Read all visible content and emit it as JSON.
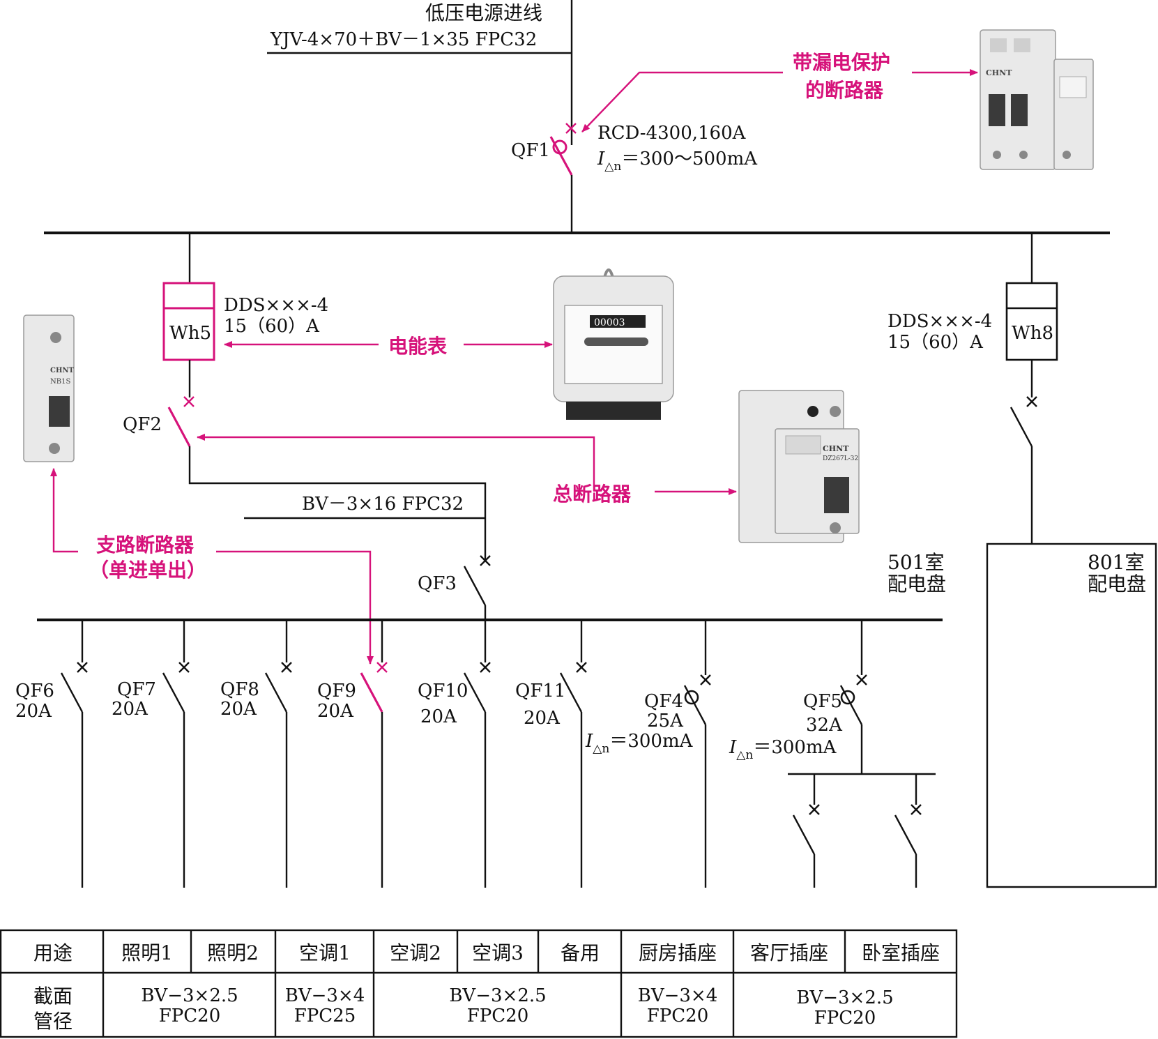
{
  "incoming": {
    "title": "低压电源进线",
    "cable": "YJV-4×70＋BV－1×35 FPC32"
  },
  "rcd_callout": {
    "line1": "带漏电保护",
    "line2": "的断路器"
  },
  "qf1": {
    "label": "QF1",
    "model": "RCD-4300,160A",
    "residual_sym": "I",
    "residual_sub": "△n",
    "residual_val": "＝300～500mA"
  },
  "meter_left": {
    "label": "Wh5",
    "model": "DDS×××-4",
    "rating": "15（60）A"
  },
  "meter_right": {
    "label": "Wh8",
    "model": "DDS×××-4",
    "rating": "15（60）A"
  },
  "callouts": {
    "meter": "电能表",
    "main_breaker": "总断路器",
    "branch_line1": "支路断路器",
    "branch_line2": "（单进单出）"
  },
  "qf2": {
    "label": "QF2"
  },
  "feeder_cable": "BV－3×16 FPC32",
  "qf3": {
    "label": "QF3"
  },
  "panels": {
    "left_line1": "501室",
    "left_line2": "配电盘",
    "right_line1": "801室",
    "right_line2": "配电盘"
  },
  "branches": [
    {
      "label": "QF6",
      "rating": "20A"
    },
    {
      "label": "QF7",
      "rating": "20A"
    },
    {
      "label": "QF8",
      "rating": "20A"
    },
    {
      "label": "QF9",
      "rating": "20A"
    },
    {
      "label": "QF10",
      "rating": "20A"
    },
    {
      "label": "QF11",
      "rating": "20A"
    },
    {
      "label": "QF4",
      "rating": "25A",
      "residual_sym": "I",
      "residual_sub": "△n",
      "residual_val": "＝300mA"
    },
    {
      "label": "QF5",
      "rating": "32A",
      "residual_sym": "I",
      "residual_sub": "△n",
      "residual_val": "＝300mA"
    }
  ],
  "table": {
    "row1_header": "用途",
    "uses": [
      "照明1",
      "照明2",
      "空调1",
      "空调2",
      "空调3",
      "备用",
      "厨房插座",
      "客厅插座",
      "卧室插座"
    ],
    "row2_header_line1": "截面",
    "row2_header_line2": "管径",
    "specs": [
      {
        "line1": "BV−3×2.5",
        "line2": "FPC20"
      },
      {
        "line1": "BV−3×4",
        "line2": "FPC25"
      },
      {
        "line1": "BV−3×2.5",
        "line2": "FPC20"
      },
      {
        "line1": "BV−3×4",
        "line2": "FPC20"
      },
      {
        "line1": "BV−3×2.5",
        "line2": "FPC20"
      }
    ]
  },
  "colors": {
    "accent": "#d6127a",
    "line": "#111111"
  },
  "photo_labels": {
    "rcd_brand": "CHNT",
    "meter_digits": "00003",
    "mcb_brand": "CHNT",
    "mcb_model": "NB1S",
    "main_brand": "CHNT",
    "main_model": "DZ267L-32"
  }
}
